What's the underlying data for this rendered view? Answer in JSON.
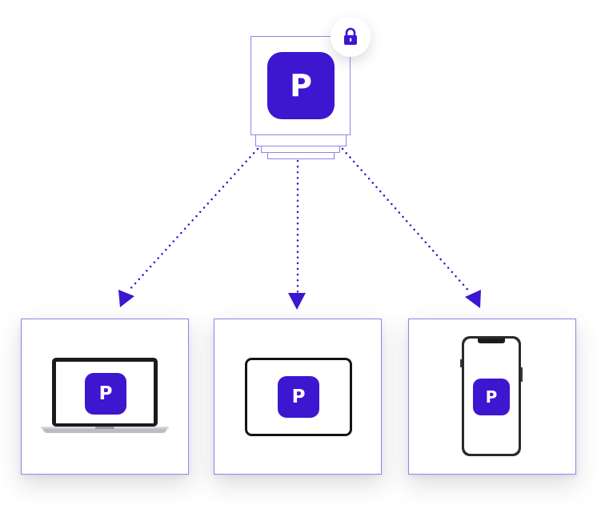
{
  "source": {
    "app_letter": "P",
    "status_icon": "lock-icon",
    "stack_layers": 3
  },
  "targets": [
    {
      "device": "laptop",
      "icon": "laptop-icon",
      "app_letter": "P"
    },
    {
      "device": "tablet",
      "icon": "tablet-icon",
      "app_letter": "P"
    },
    {
      "device": "phone",
      "icon": "phone-icon",
      "app_letter": "P"
    }
  ],
  "colors": {
    "brand": "#3d16d0",
    "border": "#8c86e6",
    "connector": "#3d16d0"
  }
}
